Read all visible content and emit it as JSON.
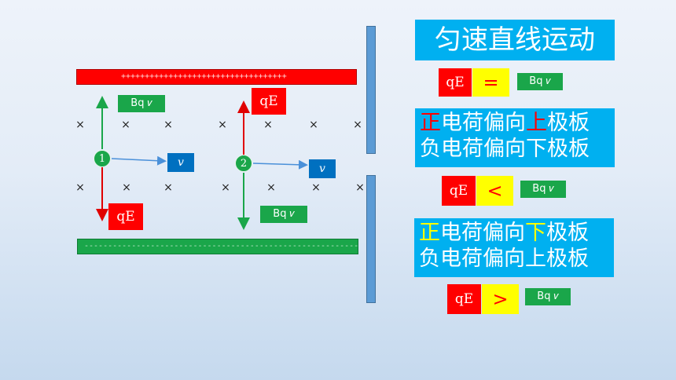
{
  "title": "匀速直线运动",
  "plates": {
    "top_signs": "+++++++++++++++++++++++++++++++++++",
    "bottom_signs": "--------------------------------------------------------------"
  },
  "field_symbol": "×",
  "particles": [
    {
      "id": "1",
      "electric_force": "qE",
      "magnetic_force": "Bq 𝑣",
      "velocity": "𝑣"
    },
    {
      "id": "2",
      "electric_force": "qE",
      "magnetic_force": "Bq 𝑣",
      "velocity": "𝑣"
    }
  ],
  "comparisons": [
    {
      "left": "qE",
      "op": "=",
      "right": "Bq 𝑣"
    },
    {
      "left": "qE",
      "op": "<",
      "right": "Bq 𝑣"
    },
    {
      "left": "qE",
      "op": ">",
      "right": "Bq 𝑣"
    }
  ],
  "case_less": {
    "l1_a": "正",
    "l1_b": "电荷偏向",
    "l1_c": "上",
    "l1_d": "极板",
    "l2": "负电荷偏向下极板"
  },
  "case_greater": {
    "l1_a": "正",
    "l1_b": "电荷偏向",
    "l1_c": "下",
    "l1_d": "极板",
    "l2": "负电荷偏向上极板"
  },
  "colors": {
    "positive_plate": "#ff0000",
    "negative_plate": "#1aa64a",
    "accent_box": "#00b0f0",
    "velocity_box": "#0070c0",
    "barrier": "#5b9bd5"
  }
}
